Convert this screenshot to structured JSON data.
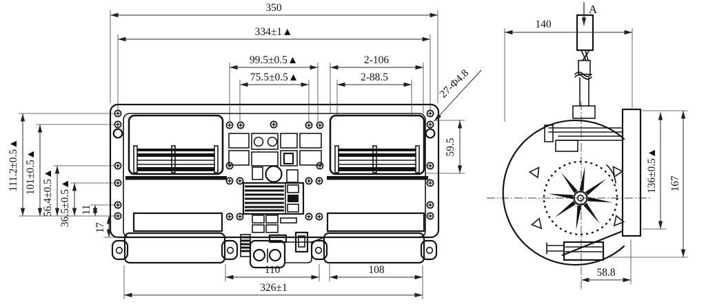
{
  "front_view": {
    "dim_overall_width": "350",
    "dim_mounting_width": "334±1▲",
    "dim_center_outer": "99.5±0.5▲",
    "dim_center_inner": "75.5±0.5▲",
    "dim_openings": "2-106",
    "dim_grilles": "2-88.5",
    "callout_holes": "27-Φ4.8",
    "dim_grille_height": "59.5",
    "dim_height_1": "111.2±0.5▲",
    "dim_height_2": "101±0.5▲",
    "dim_height_3": "56.4±0.5▲",
    "dim_height_4": "36.5±0.5▲",
    "dim_height_5": "11",
    "dim_height_6": "17",
    "dim_bottom_left_span": "110",
    "dim_bottom_right_span": "108",
    "dim_bottom_total": "326±1"
  },
  "side_view": {
    "dim_depth": "140",
    "section_label": "A",
    "dim_flange_height": "136±0.5▲",
    "dim_overall_height": "167",
    "dim_center_offset": "58.8"
  }
}
